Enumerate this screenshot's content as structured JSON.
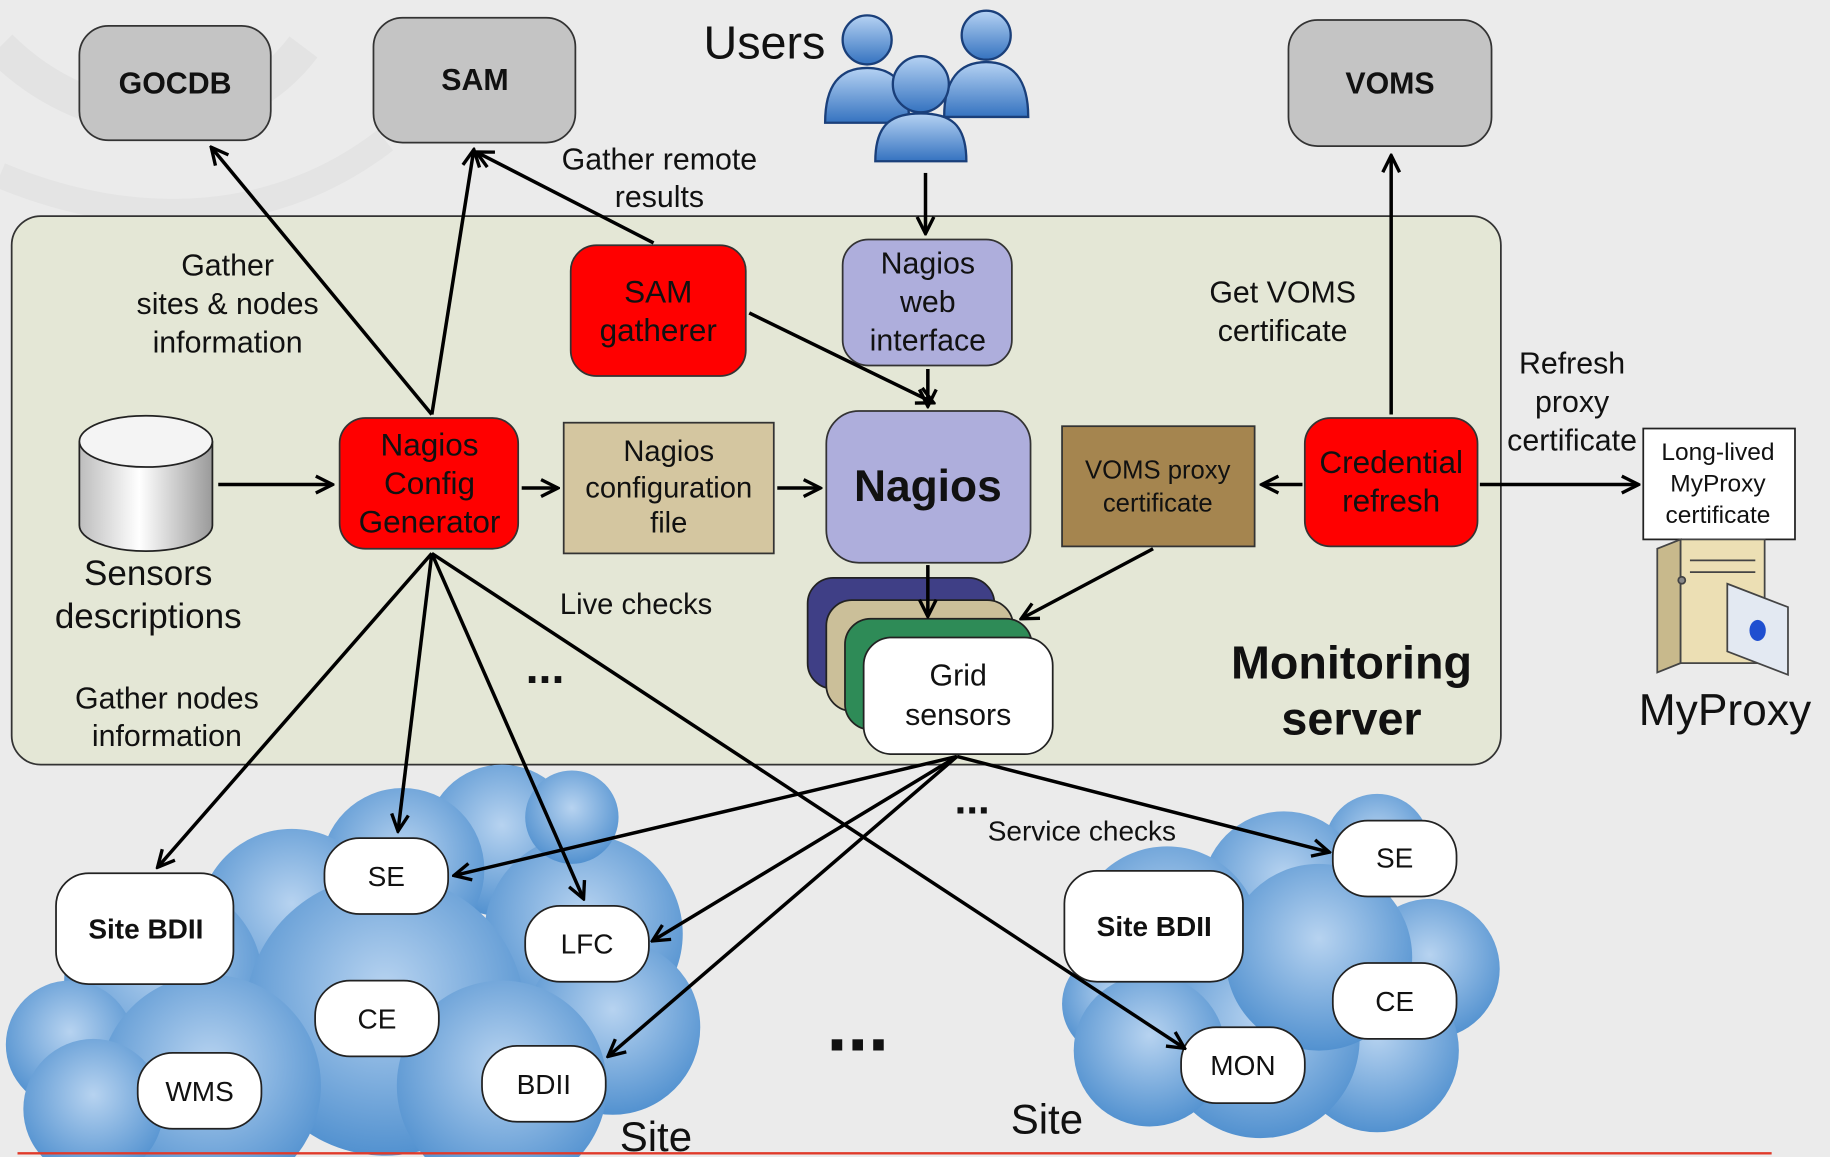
{
  "external": {
    "gocdb": "GOCDB",
    "sam": "SAM",
    "voms": "VOMS",
    "users": "Users",
    "myproxy": "MyProxy"
  },
  "monitoring_server": [
    "Monitoring",
    "server"
  ],
  "components": {
    "sam_gatherer": [
      "SAM",
      "gatherer"
    ],
    "nagios_web": [
      "Nagios",
      "web",
      "interface"
    ],
    "nagios": "Nagios",
    "config_generator": [
      "Nagios",
      "Config",
      "Generator"
    ],
    "config_file": [
      "Nagios",
      "configuration",
      "file"
    ],
    "voms_proxy_cert": [
      "VOMS proxy",
      "certificate"
    ],
    "credential_refresh": [
      "Credential",
      "refresh"
    ],
    "sensors_descriptions": [
      "Sensors",
      "descriptions"
    ],
    "grid_sensors": [
      "Grid",
      "sensors"
    ],
    "long_lived_cert": [
      "Long-lived",
      "MyProxy",
      "certificate"
    ]
  },
  "edge_labels": {
    "gather_remote": [
      "Gather remote",
      "results"
    ],
    "gather_sites": [
      "Gather",
      "sites & nodes",
      "information"
    ],
    "get_voms": [
      "Get VOMS",
      "certificate"
    ],
    "refresh_proxy": [
      "Refresh",
      "proxy",
      "certificate"
    ],
    "live_checks": "Live checks",
    "gather_nodes": [
      "Gather nodes",
      "information"
    ],
    "service_checks": "Service checks"
  },
  "ellipses": [
    "...",
    "...",
    "..."
  ],
  "site1": {
    "label": "Site",
    "nodes": [
      "Site BDII",
      "SE",
      "LFC",
      "CE",
      "WMS",
      "BDII"
    ]
  },
  "site2": {
    "label": "Site",
    "nodes": [
      "Site BDII",
      "SE",
      "CE",
      "MON"
    ]
  },
  "colors": {
    "red": "#ff0000",
    "lavender": "#aeaedc",
    "tan": "#d4c6a0",
    "brown": "#a5854f",
    "server_bg": "#e4e7d6",
    "gray_box": "#c4c4c4",
    "stack_blue": "#3f3f86",
    "stack_tan": "#cbbf99",
    "stack_green": "#2e8b57",
    "rule_red": "#e03a2a"
  }
}
